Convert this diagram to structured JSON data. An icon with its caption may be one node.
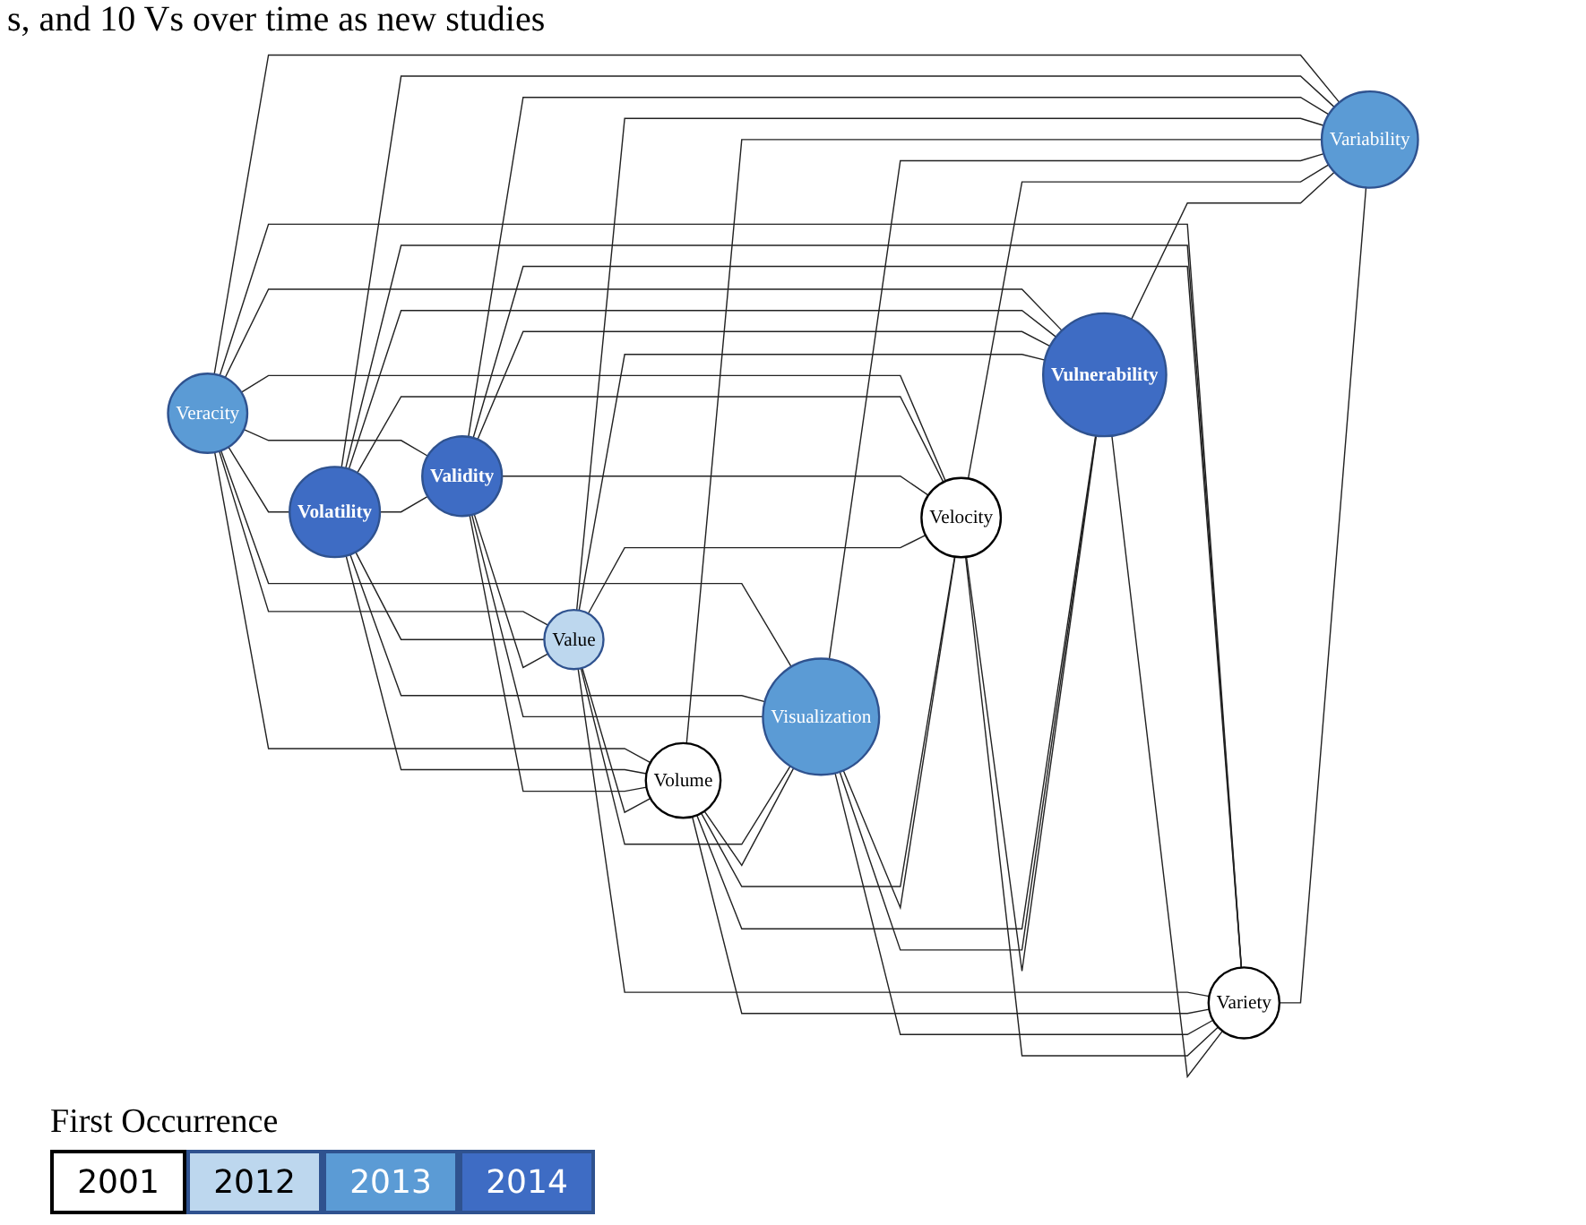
{
  "diagram": {
    "nodes": [
      {
        "text": [
          "Veracity"
        ]
      },
      {
        "text": [
          "Volatility"
        ]
      },
      {
        "text": [
          "Validity"
        ]
      },
      {
        "text": [
          "Value"
        ]
      },
      {
        "text": [
          "Volume"
        ]
      },
      {
        "text": [
          "Visualization"
        ]
      },
      {
        "text": [
          "Velocity"
        ]
      },
      {
        "text": [
          "Vulnerability"
        ]
      },
      {
        "text": [
          "Variety"
        ]
      },
      {
        "text": [
          "Variability"
        ]
      }
    ],
    "edges": [
      {
        "from": 0,
        "to": 1,
        "arrow": "none"
      },
      {
        "from": 0,
        "to": 2,
        "arrow": "none"
      },
      {
        "from": 0,
        "to": 3,
        "arrow": "none"
      },
      {
        "from": 0,
        "to": 4,
        "arrow": "none"
      },
      {
        "from": 0,
        "to": 5,
        "arrow": "none"
      },
      {
        "from": 0,
        "to": 6,
        "arrow": "none"
      },
      {
        "from": 0,
        "to": 7,
        "arrow": "none"
      },
      {
        "from": 0,
        "to": 8,
        "arrow": "none"
      },
      {
        "from": 0,
        "to": 9,
        "arrow": "none"
      },
      {
        "from": 1,
        "to": 2,
        "arrow": "none"
      },
      {
        "from": 1,
        "to": 3,
        "arrow": "none"
      },
      {
        "from": 1,
        "to": 4,
        "arrow": "none"
      },
      {
        "from": 1,
        "to": 5,
        "arrow": "none"
      },
      {
        "from": 1,
        "to": 6,
        "arrow": "none"
      },
      {
        "from": 1,
        "to": 7,
        "arrow": "none"
      },
      {
        "from": 1,
        "to": 8,
        "arrow": "none"
      },
      {
        "from": 1,
        "to": 9,
        "arrow": "none"
      },
      {
        "from": 2,
        "to": 3,
        "arrow": "none"
      },
      {
        "from": 2,
        "to": 4,
        "arrow": "none"
      },
      {
        "from": 2,
        "to": 5,
        "arrow": "none"
      },
      {
        "from": 2,
        "to": 6,
        "arrow": "none"
      },
      {
        "from": 2,
        "to": 7,
        "arrow": "none"
      },
      {
        "from": 2,
        "to": 8,
        "arrow": "none"
      },
      {
        "from": 2,
        "to": 9,
        "arrow": "none"
      },
      {
        "from": 3,
        "to": 4,
        "arrow": "none"
      },
      {
        "from": 3,
        "to": 5,
        "arrow": "none"
      },
      {
        "from": 3,
        "to": 6,
        "arrow": "none"
      },
      {
        "from": 3,
        "to": 7,
        "arrow": "none"
      },
      {
        "from": 3,
        "to": 8,
        "arrow": "none"
      },
      {
        "from": 3,
        "to": 9,
        "arrow": "none"
      },
      {
        "from": 4,
        "to": 5,
        "arrow": "none"
      },
      {
        "from": 4,
        "to": 6,
        "arrow": "none"
      },
      {
        "from": 4,
        "to": 7,
        "arrow": "none"
      },
      {
        "from": 4,
        "to": 8,
        "arrow": "none"
      },
      {
        "from": 4,
        "to": 9,
        "arrow": "none"
      },
      {
        "from": 5,
        "to": 6,
        "arrow": "none"
      },
      {
        "from": 5,
        "to": 7,
        "arrow": "none"
      },
      {
        "from": 5,
        "to": 8,
        "arrow": "none"
      },
      {
        "from": 5,
        "to": 9,
        "arrow": "none"
      },
      {
        "from": 6,
        "to": 7,
        "arrow": "none"
      },
      {
        "from": 6,
        "to": 8,
        "arrow": "none"
      },
      {
        "from": 6,
        "to": 9,
        "arrow": "none"
      },
      {
        "from": 7,
        "to": 8,
        "arrow": "none"
      },
      {
        "from": 7,
        "to": 9,
        "arrow": "none"
      },
      {
        "from": 8,
        "to": 9,
        "arrow": "none"
      }
    ],
    "labels": [
      "s, and 10 Vs over time as new studies",
      "First Occurrence"
    ],
    "legend": [
      {
        "text": "2001",
        "color": "#ffffff"
      },
      {
        "text": "2012",
        "color": "#bdd7ee"
      },
      {
        "text": "2013",
        "color": "#5b9bd5"
      },
      {
        "text": "2014",
        "color": "#3e6cc4"
      }
    ]
  }
}
